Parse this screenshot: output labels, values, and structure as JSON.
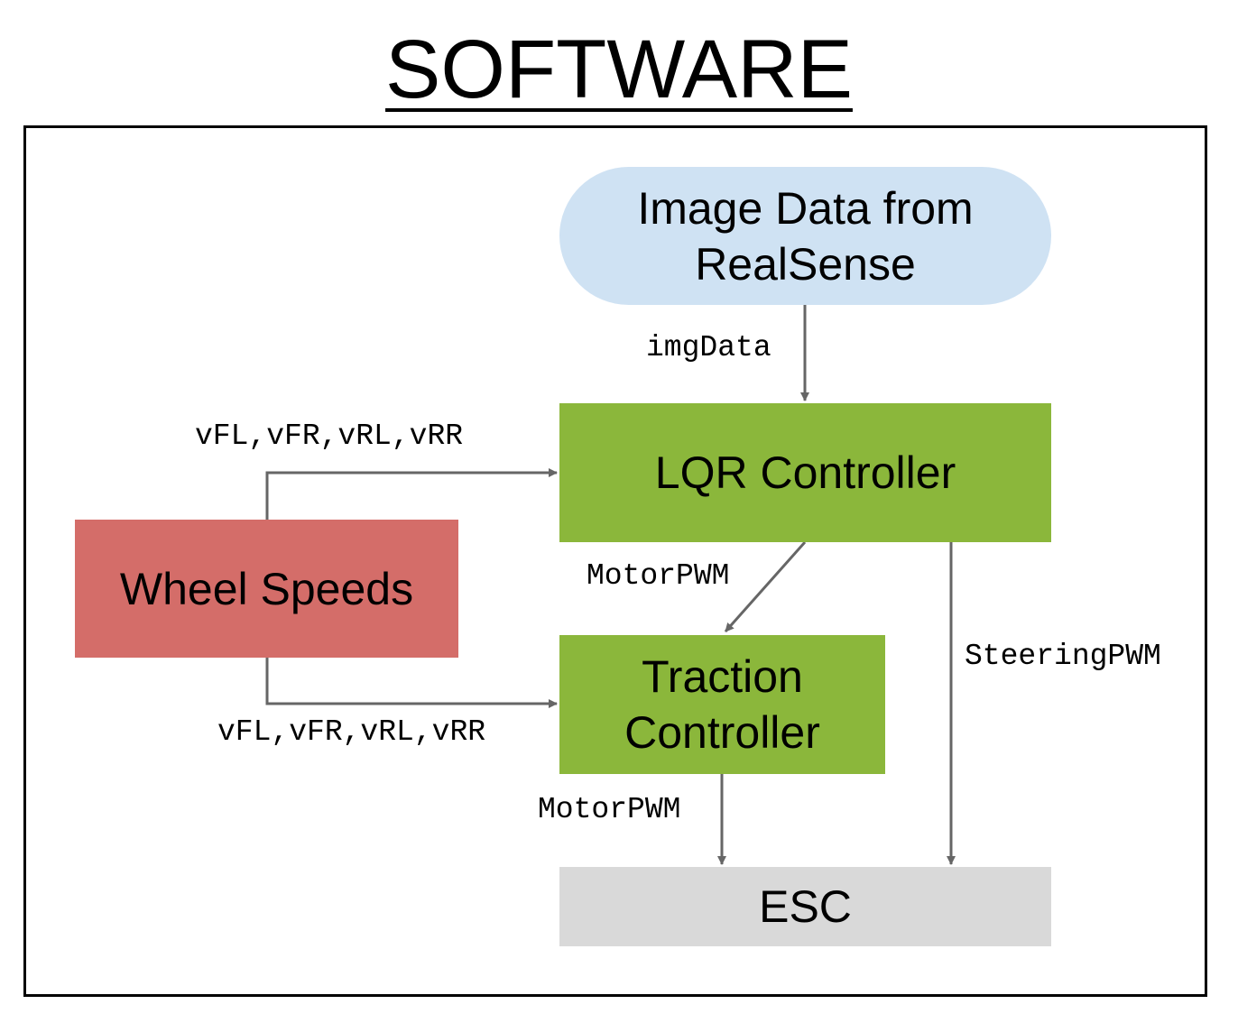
{
  "title": "SOFTWARE",
  "nodes": {
    "image": "Image Data from\nRealSense",
    "lqr": "LQR Controller",
    "traction": "Traction\nController",
    "wheel": "Wheel Speeds",
    "esc": "ESC"
  },
  "edges": {
    "img_data": "imgData",
    "wheel_to_lqr": "vFL,vFR,vRL,vRR",
    "wheel_to_traction": "vFL,vFR,vRL,vRR",
    "lqr_motor": "MotorPWM",
    "traction_motor": "MotorPWM",
    "steering": "SteeringPWM"
  },
  "colors": {
    "image_fill": "#cfe2f3",
    "controller_fill": "#8bb73b",
    "wheel_fill": "#d46d69",
    "esc_fill": "#d9d9d9",
    "arrow": "#666666"
  }
}
